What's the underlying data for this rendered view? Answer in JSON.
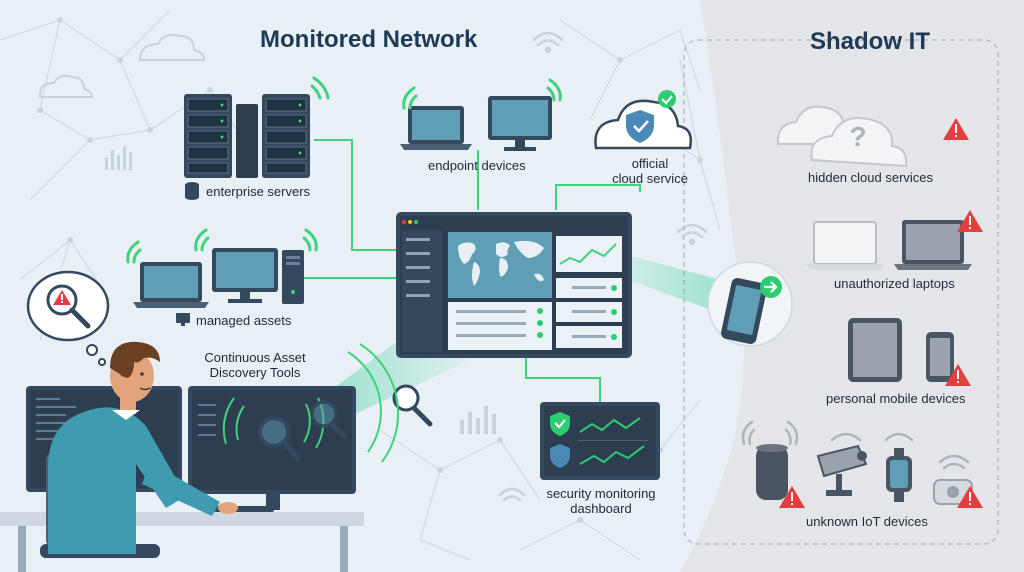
{
  "titles": {
    "monitored": "Monitored Network",
    "shadow": "Shadow IT"
  },
  "labels": {
    "enterprise_servers": "enterprise servers",
    "endpoint_devices": "endpoint devices",
    "official_cloud_1": "official",
    "official_cloud_2": "cloud service",
    "managed_assets": "managed assets",
    "discovery_1": "Continuous Asset",
    "discovery_2": "Discovery Tools",
    "sec_dash_1": "security monitoring",
    "sec_dash_2": "dashboard",
    "hidden_cloud": "hidden cloud services",
    "unauth_laptops": "unauthorized laptops",
    "personal_mobile": "personal mobile devices",
    "unknown_iot": "unknown IoT devices"
  },
  "icons": [
    "server-rack-icon",
    "laptop-icon",
    "desktop-monitor-icon",
    "cloud-shield-icon",
    "checkmark-icon",
    "wifi-icon",
    "database-icon",
    "magnifier-icon",
    "warning-icon",
    "question-mark-icon",
    "smartphone-icon",
    "tablet-icon",
    "smart-speaker-icon",
    "security-camera-icon",
    "smartwatch-icon",
    "arrow-right-icon",
    "thought-bubble-icon",
    "world-map-icon"
  ],
  "colors": {
    "background": "#e8eff5",
    "shadow_zone": "#e4e5e8",
    "title": "#1e3a56",
    "connector": "#3fd27a",
    "device_dark": "#34495e",
    "screen": "#5f9eb5",
    "warning": "#e53e3e",
    "accent_green": "#2ecc71"
  }
}
